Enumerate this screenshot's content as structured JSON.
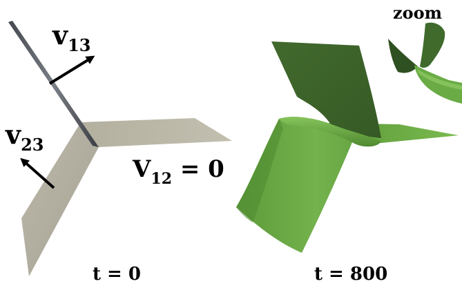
{
  "panels": [
    {
      "caption": "t = 0",
      "labels": {
        "v13": {
          "main": "v",
          "sub": "13"
        },
        "v23": {
          "main": "v",
          "sub": "23"
        },
        "v12": {
          "main": "V",
          "sub": "12",
          "rest": " = 0"
        }
      },
      "colors": {
        "sheet": "#b8b4a5",
        "sheet_dark": "#a29e90",
        "edge_sheet": "#5a5e66"
      }
    },
    {
      "caption": "t = 800",
      "inset_label": "zoom",
      "colors": {
        "light": "#6fae4a",
        "mid": "#5e9d3d",
        "dark": "#3f6a2c"
      }
    }
  ],
  "arrow_color": "#000000"
}
